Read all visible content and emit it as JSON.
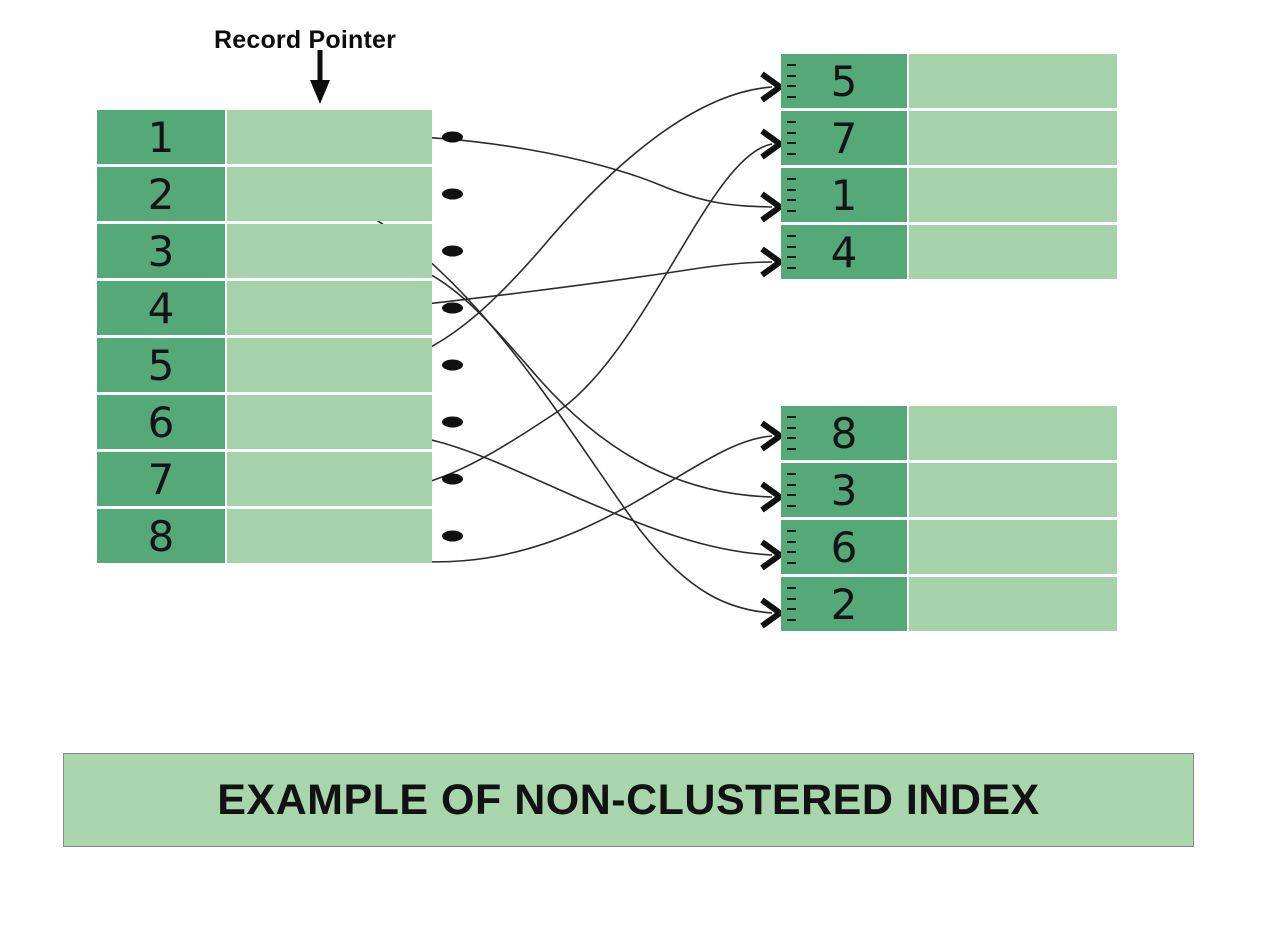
{
  "diagram": {
    "title": "EXAMPLE OF NON-CLUSTERED INDEX",
    "pointer_label": "Record Pointer",
    "colors": {
      "key_cell": "#55a878",
      "data_cell": "#a5d2a8",
      "banner_fill": "#a8d5ab",
      "banner_border": "#8a8a8a",
      "link_stroke": "#2b2b2b",
      "text": "#121212",
      "page_background": "#ffffff"
    }
  },
  "index_table": {
    "name": "non-clustered-index-table",
    "rows": [
      {
        "key": "1"
      },
      {
        "key": "2"
      },
      {
        "key": "3"
      },
      {
        "key": "4"
      },
      {
        "key": "5"
      },
      {
        "key": "6"
      },
      {
        "key": "7"
      },
      {
        "key": "8"
      }
    ]
  },
  "data_tables": [
    {
      "name": "top-data-table",
      "rows": [
        {
          "key": "5"
        },
        {
          "key": "7"
        },
        {
          "key": "1"
        },
        {
          "key": "4"
        }
      ]
    },
    {
      "name": "bottom-data-table",
      "rows": [
        {
          "key": "8"
        },
        {
          "key": "3"
        },
        {
          "key": "6"
        },
        {
          "key": "2"
        }
      ]
    }
  ],
  "links": [
    {
      "from_key": "1",
      "to_table": "top-data-table",
      "to_key": "1"
    },
    {
      "from_key": "2",
      "to_table": "bottom-data-table",
      "to_key": "2"
    },
    {
      "from_key": "3",
      "to_table": "bottom-data-table",
      "to_key": "3"
    },
    {
      "from_key": "4",
      "to_table": "top-data-table",
      "to_key": "4"
    },
    {
      "from_key": "5",
      "to_table": "top-data-table",
      "to_key": "5"
    },
    {
      "from_key": "6",
      "to_table": "bottom-data-table",
      "to_key": "6"
    },
    {
      "from_key": "7",
      "to_table": "top-data-table",
      "to_key": "7"
    },
    {
      "from_key": "8",
      "to_table": "bottom-data-table",
      "to_key": "8"
    }
  ]
}
